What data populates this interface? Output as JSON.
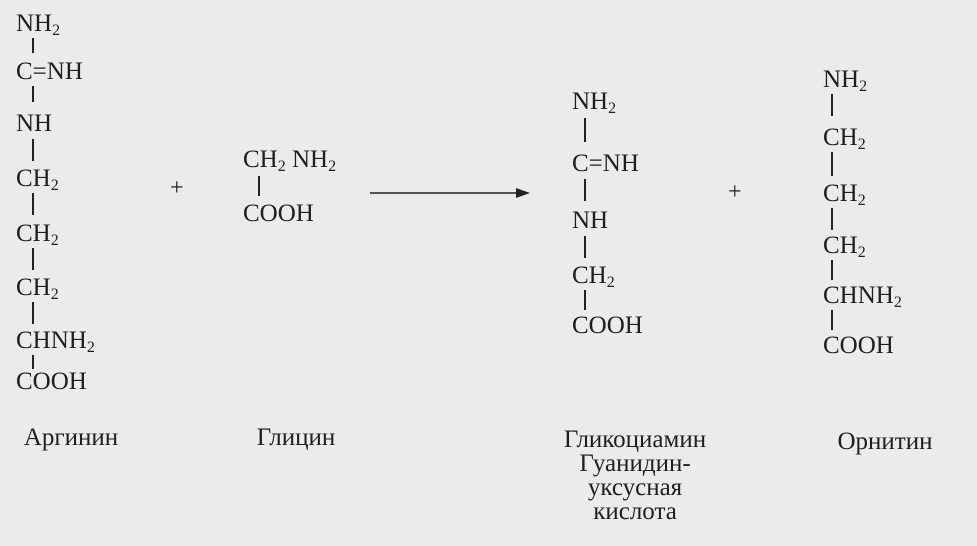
{
  "title": "",
  "compounds": {
    "arginine": {
      "groups": [
        {
          "pre": "NH",
          "sub": "2",
          "post": ""
        },
        {
          "pre": "C=NH",
          "sub": "",
          "post": ""
        },
        {
          "pre": "NH",
          "sub": "",
          "post": ""
        },
        {
          "pre": "CH",
          "sub": "2",
          "post": ""
        },
        {
          "pre": "CH",
          "sub": "2",
          "post": ""
        },
        {
          "pre": "CH",
          "sub": "2",
          "post": ""
        },
        {
          "pre": "CHNH",
          "sub": "2",
          "post": ""
        },
        {
          "pre": "COOH",
          "sub": "",
          "post": ""
        }
      ],
      "caption": [
        "Аргинин"
      ]
    },
    "glycine": {
      "groups": [
        {
          "pre": "CH",
          "sub": "2",
          "post": " NH",
          "sub2": "2"
        },
        {
          "pre": "COOH",
          "sub": "",
          "post": ""
        }
      ],
      "caption": [
        "Глицин"
      ]
    },
    "glycocyamine": {
      "groups": [
        {
          "pre": "NH",
          "sub": "2",
          "post": ""
        },
        {
          "pre": "C=NH",
          "sub": "",
          "post": ""
        },
        {
          "pre": "NH",
          "sub": "",
          "post": ""
        },
        {
          "pre": "CH",
          "sub": "2",
          "post": ""
        },
        {
          "pre": "COOH",
          "sub": "",
          "post": ""
        }
      ],
      "caption": [
        "Гликоциамин",
        "Гуанидин-",
        "уксусная",
        "кислота"
      ]
    },
    "ornithine": {
      "groups": [
        {
          "pre": "NH",
          "sub": "2",
          "post": ""
        },
        {
          "pre": "CH",
          "sub": "2",
          "post": ""
        },
        {
          "pre": "CH",
          "sub": "2",
          "post": ""
        },
        {
          "pre": "CH",
          "sub": "2",
          "post": ""
        },
        {
          "pre": "CHNH",
          "sub": "2",
          "post": ""
        },
        {
          "pre": "COOH",
          "sub": "",
          "post": ""
        }
      ],
      "caption": [
        "Орнитин"
      ]
    }
  },
  "operators": {
    "plus_1": "+",
    "plus_2": "+"
  }
}
